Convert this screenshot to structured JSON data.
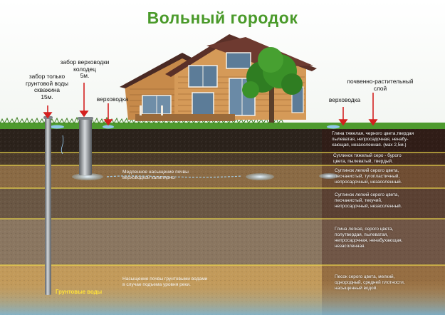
{
  "title": "Вольный  городок",
  "labels": {
    "well_deep": [
      "забор только",
      "грунтовой воды",
      "скважина",
      "15м."
    ],
    "well_shallow": [
      "забор верховодки",
      "колодец",
      "5м."
    ],
    "perched_left": "верховодка",
    "perched_right": "верховодка",
    "topsoil": [
      "почвенно-растительный",
      "слой"
    ]
  },
  "layers": [
    {
      "text": [
        "Глина тяжелая, черного цвета,твердая",
        "пылеватая, непросадочная, ненабу-",
        "хающая, незасоленная.  (мах 2,5м.)"
      ]
    },
    {
      "text": [
        "Суглинок  тяжелый  серо - бурого",
        "цвета,  пылеватый,  твердый."
      ]
    },
    {
      "text": [
        "Суглинок легкий серого цвета,",
        "песчанистый, тугопластичный,",
        "непросадочный, незасоленный."
      ]
    },
    {
      "text": [
        "Суглинок легкий серого цвета,",
        "песчанистый, текучий,",
        "непросадочный, незасоленный."
      ]
    },
    {
      "text": [
        "Глина легкая, серого цвета,",
        "полутвердая, пылеватая,",
        "непросадочная, ненабухающая,",
        "незасоленная."
      ]
    },
    {
      "text": [
        "Песок серого цвета, мелкий,",
        "однородный, средней плотности,",
        "насыщенный водой."
      ]
    }
  ],
  "annotations": {
    "capillary": [
      "Медленное насыщение почвы",
      "верховодкой  капилярно."
    ],
    "groundwater_rise": [
      "Насыщение почвы грунтовыми водами",
      "в  случае подъема  уровня  реки."
    ],
    "groundwater": "Грунтовые воды"
  },
  "colors": {
    "title": "#4a9a2a",
    "divider": "#e8d24a",
    "arrow": "#d42020",
    "groundwater_label": "#ffe23a"
  }
}
